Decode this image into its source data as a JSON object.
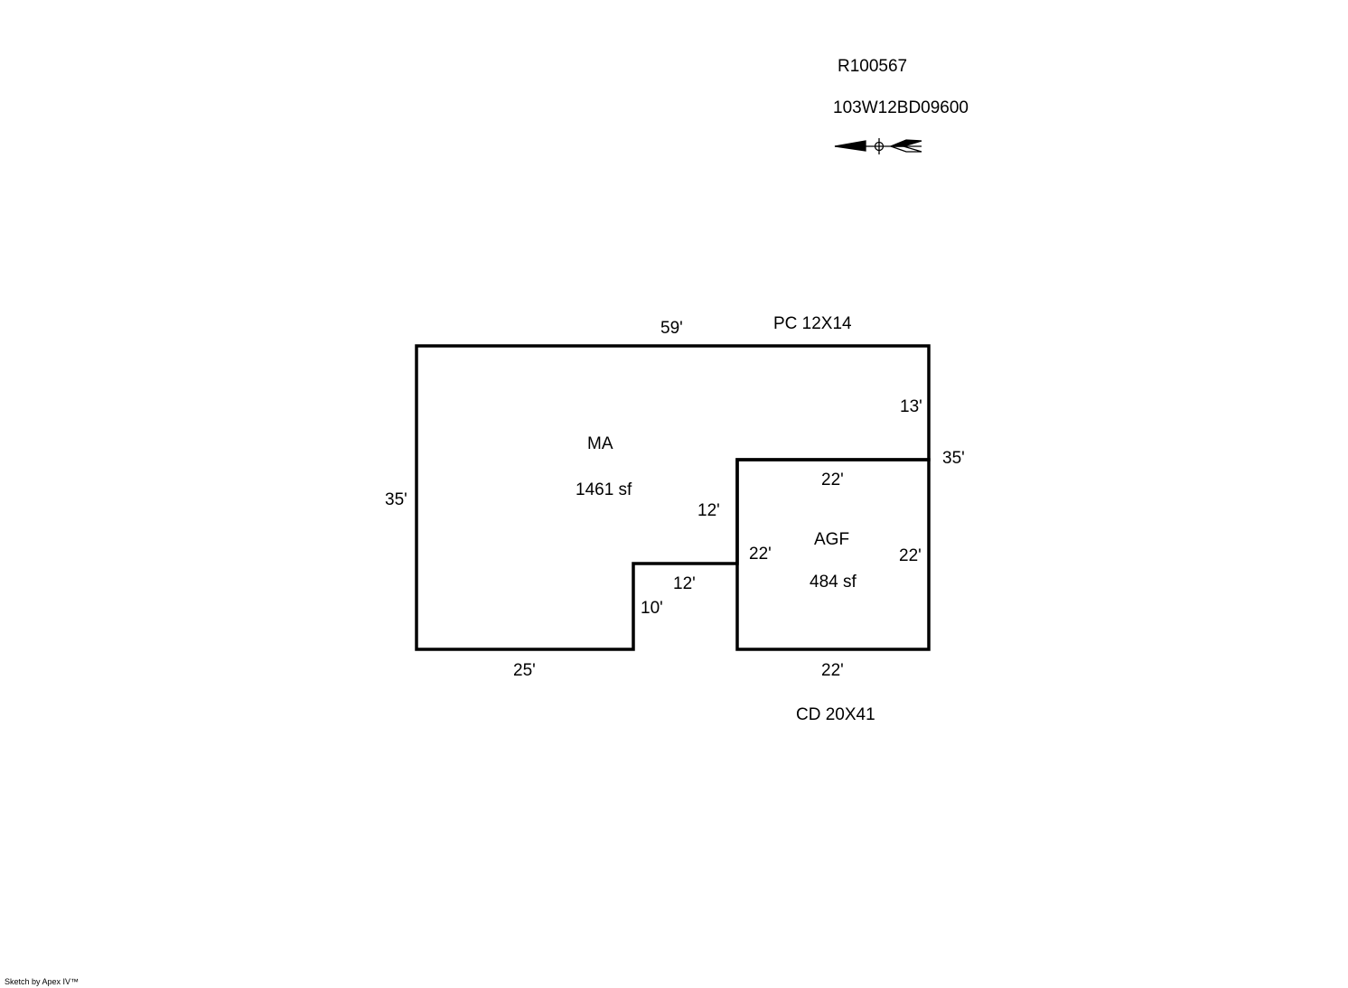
{
  "header": {
    "record_id": "R100567",
    "parcel_id": "103W12BD09600"
  },
  "compass": {
    "icon": "north-arrow-icon"
  },
  "areas": {
    "main": {
      "code": "MA",
      "area": "1461 sf"
    },
    "garage": {
      "code": "AGF",
      "area": "484 sf"
    }
  },
  "dimensions": {
    "main_top": "59'",
    "main_left": "35'",
    "main_bottom": "25'",
    "notch_vertical": "10'",
    "notch_horizontal": "12'",
    "inner_vertical": "12'",
    "right_upper": "13'",
    "right_total": "35'",
    "garage_top": "22'",
    "garage_left": "22'",
    "garage_right": "22'",
    "garage_bottom": "22'"
  },
  "extras": {
    "porch": "PC  12X14",
    "deck": "CD  20X41"
  },
  "footer": {
    "credit": "Sketch by Apex IV™"
  },
  "colors": {
    "line": "#000000",
    "background": "#ffffff"
  }
}
